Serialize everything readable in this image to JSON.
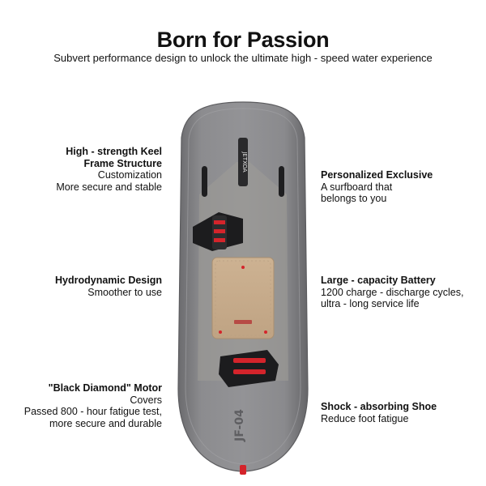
{
  "header": {
    "title": "Born for Passion",
    "subtitle": "Subvert performance design to unlock the ultimate high - speed water experience"
  },
  "features_left": [
    {
      "heading": "High - strength Keel",
      "heading2": "Frame Structure",
      "lines": [
        "Customization",
        "More secure and stable"
      ]
    },
    {
      "heading": "Hydrodynamic Design",
      "lines": [
        "Smoother to use"
      ]
    },
    {
      "heading": "\"Black Diamond\" Motor",
      "lines": [
        "Covers",
        "Passed 800 - hour fatigue test,",
        "more secure and durable"
      ]
    }
  ],
  "features_right": [
    {
      "heading": "Personalized Exclusive",
      "lines": [
        "A surfboard that",
        "belongs to you"
      ]
    },
    {
      "heading": "Large - capacity Battery",
      "lines": [
        "1200 charge - discharge cycles,",
        "ultra - long service life"
      ]
    },
    {
      "heading": "Shock - absorbing Shoe",
      "lines": [
        "Reduce foot fatigue"
      ]
    }
  ],
  "board": {
    "brand_marks": [
      "JETXOA",
      "JF-04"
    ],
    "colors": {
      "hull": "#7d7d80",
      "deck": "#8a8a8d",
      "pad": "#c8ad8c",
      "strap": "#1c1c1e",
      "accent": "#d4242b"
    }
  }
}
